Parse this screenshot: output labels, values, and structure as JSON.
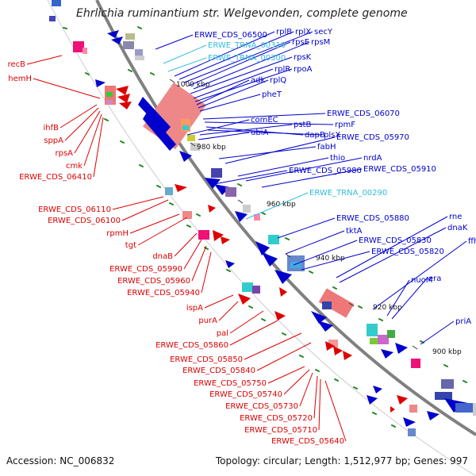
{
  "title": "Ehrlichia ruminantium str. Welgevonden, complete genome",
  "footer": {
    "accession": "Accession: NC_006832",
    "summary": "Topology: circular; Length: 1,512,977 bp; Genes: 997"
  },
  "colors": {
    "plus": "#0000cc",
    "minus": "#dd0000",
    "trna": "#33bbdd",
    "backbone": "#808080",
    "tick": "#228822"
  },
  "kbp_labels": [
    "1000 kbp",
    "980 kbp",
    "960 kbp",
    "940 kbp",
    "920 kbp",
    "900 kbp"
  ],
  "right_labels": [
    {
      "text": "ERWE_CDS_06500",
      "type": "plus"
    },
    {
      "text": "rplB",
      "type": "plus"
    },
    {
      "text": "rplX",
      "type": "plus"
    },
    {
      "text": "secY",
      "type": "plus"
    },
    {
      "text": "ERWE_TRNA_00310",
      "type": "trna"
    },
    {
      "text": "rpsE",
      "type": "plus"
    },
    {
      "text": "rpsM",
      "type": "plus"
    },
    {
      "text": "ERWE_TRNA_00300",
      "type": "trna"
    },
    {
      "text": "rpsK",
      "type": "plus"
    },
    {
      "text": "rplR",
      "type": "plus"
    },
    {
      "text": "rpoA",
      "type": "plus"
    },
    {
      "text": "adk",
      "type": "plus"
    },
    {
      "text": "rplQ",
      "type": "plus"
    },
    {
      "text": "pheT",
      "type": "plus"
    },
    {
      "text": "ERWE_CDS_06070",
      "type": "plus"
    },
    {
      "text": "rpmF",
      "type": "plus"
    },
    {
      "text": "comEC",
      "type": "plus"
    },
    {
      "text": "dapB",
      "type": "plus"
    },
    {
      "text": "plsX",
      "type": "plus"
    },
    {
      "text": "pstB",
      "type": "plus"
    },
    {
      "text": "ubiA",
      "type": "plus"
    },
    {
      "text": "fabH",
      "type": "plus"
    },
    {
      "text": "ERWE_CDS_05970",
      "type": "plus"
    },
    {
      "text": "thio",
      "type": "plus"
    },
    {
      "text": "nrdA",
      "type": "plus"
    },
    {
      "text": "ERWE_CDS_05980",
      "type": "plus"
    },
    {
      "text": "ERWE_CDS_05910",
      "type": "plus"
    },
    {
      "text": "ERWE_TRNA_00290",
      "type": "trna"
    },
    {
      "text": "ERWE_CDS_05880",
      "type": "plus"
    },
    {
      "text": "rne",
      "type": "plus"
    },
    {
      "text": "tktA",
      "type": "plus"
    },
    {
      "text": "dnaK",
      "type": "plus"
    },
    {
      "text": "ERWE_CDS_05830",
      "type": "plus"
    },
    {
      "text": "ffh",
      "type": "plus"
    },
    {
      "text": "ERWE_CDS_05820",
      "type": "plus"
    },
    {
      "text": "nuoM",
      "type": "plus"
    },
    {
      "text": "era",
      "type": "plus"
    },
    {
      "text": "priA",
      "type": "plus"
    }
  ],
  "left_labels": [
    {
      "text": "recB",
      "type": "minus"
    },
    {
      "text": "hemH",
      "type": "minus"
    },
    {
      "text": "ihfB",
      "type": "minus"
    },
    {
      "text": "sppA",
      "type": "minus"
    },
    {
      "text": "rpsA",
      "type": "minus"
    },
    {
      "text": "cmk",
      "type": "minus"
    },
    {
      "text": "ERWE_CDS_06410",
      "type": "minus"
    },
    {
      "text": "ERWE_CDS_06110",
      "type": "minus"
    },
    {
      "text": "ERWE_CDS_06100",
      "type": "minus"
    },
    {
      "text": "rpmH",
      "type": "minus"
    },
    {
      "text": "tgt",
      "type": "minus"
    },
    {
      "text": "dnaB",
      "type": "minus"
    },
    {
      "text": "ERWE_CDS_05990",
      "type": "minus"
    },
    {
      "text": "ERWE_CDS_05960",
      "type": "minus"
    },
    {
      "text": "ERWE_CDS_05940",
      "type": "minus"
    },
    {
      "text": "ispA",
      "type": "minus"
    },
    {
      "text": "purA",
      "type": "minus"
    },
    {
      "text": "pal",
      "type": "minus"
    },
    {
      "text": "ERWE_CDS_05860",
      "type": "minus"
    },
    {
      "text": "ERWE_CDS_05850",
      "type": "minus"
    },
    {
      "text": "ERWE_CDS_05840",
      "type": "minus"
    },
    {
      "text": "ERWE_CDS_05750",
      "type": "minus"
    },
    {
      "text": "ERWE_CDS_05740",
      "type": "minus"
    },
    {
      "text": "ERWE_CDS_05730",
      "type": "minus"
    },
    {
      "text": "ERWE_CDS_05720",
      "type": "minus"
    },
    {
      "text": "ERWE_CDS_05710",
      "type": "minus"
    },
    {
      "text": "ERWE_CDS_05640",
      "type": "minus"
    }
  ]
}
